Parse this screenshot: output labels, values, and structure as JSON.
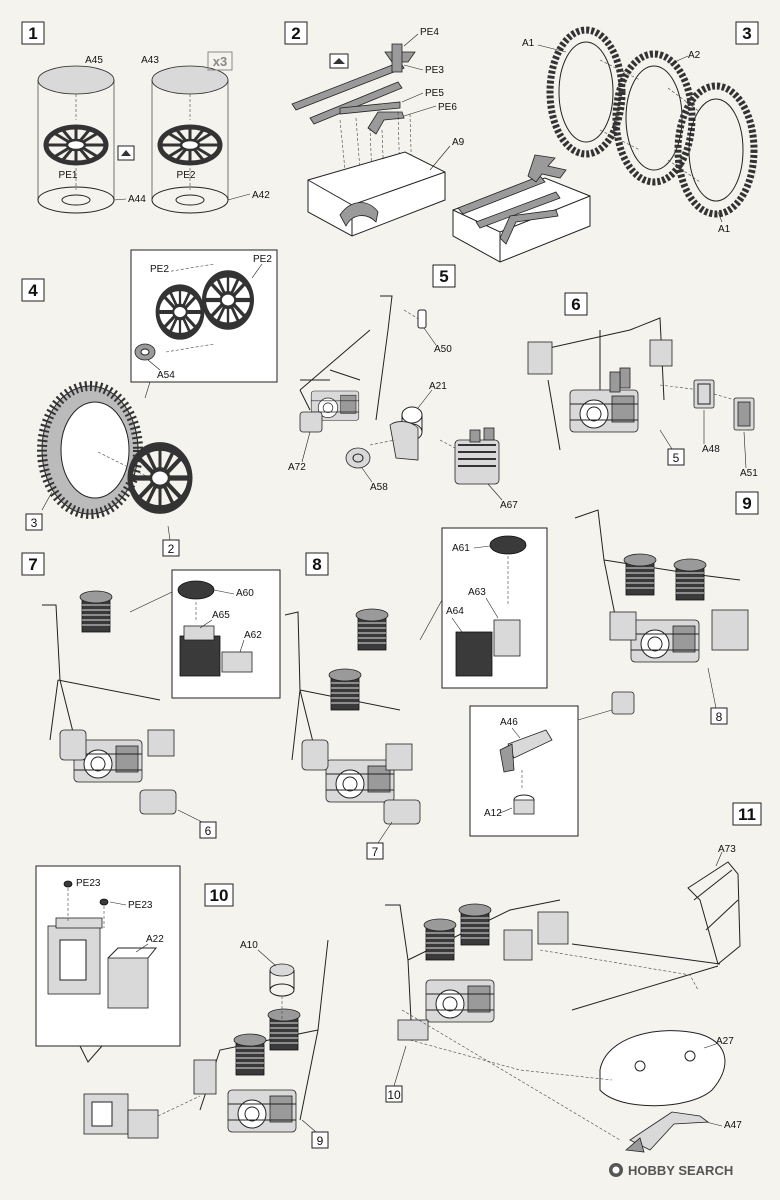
{
  "steps": {
    "s1": {
      "num": "1",
      "parts": [
        "A45",
        "A43",
        "PE1",
        "PE2",
        "A44",
        "A42"
      ],
      "qty": "x3"
    },
    "s2": {
      "num": "2",
      "parts": [
        "PE4",
        "PE3",
        "PE5",
        "PE6",
        "A9"
      ]
    },
    "s3": {
      "num": "3",
      "parts": [
        "A1",
        "A2",
        "A1"
      ]
    },
    "s4": {
      "num": "4",
      "parts": [
        "PE2",
        "PE2",
        "A54"
      ],
      "refs": [
        "3",
        "2"
      ]
    },
    "s5": {
      "num": "5",
      "parts": [
        "A50",
        "A21",
        "A72",
        "A58",
        "A67"
      ]
    },
    "s6": {
      "num": "6",
      "parts": [
        "A48",
        "A51"
      ],
      "refs": [
        "5"
      ]
    },
    "s7": {
      "num": "7",
      "parts": [
        "A60",
        "A65",
        "A62"
      ],
      "refs": [
        "6"
      ]
    },
    "s8": {
      "num": "8",
      "parts": [
        "A61",
        "A63",
        "A64"
      ],
      "refs": [
        "7"
      ]
    },
    "s9": {
      "num": "9",
      "parts": [
        "A46",
        "A12"
      ],
      "refs": [
        "8"
      ]
    },
    "s10": {
      "num": "10",
      "parts": [
        "PE23",
        "PE23",
        "A22",
        "A10"
      ],
      "refs": [
        "9"
      ]
    },
    "s11": {
      "num": "11",
      "parts": [
        "A73",
        "A27",
        "A47"
      ],
      "refs": [
        "10"
      ]
    }
  },
  "watermark": {
    "text": "HOBBY SEARCH"
  },
  "colors": {
    "ink": "#111111",
    "paper": "#f4f3ee",
    "part_dark": "#3a3a3a",
    "part_mid": "#9a9a9a"
  }
}
